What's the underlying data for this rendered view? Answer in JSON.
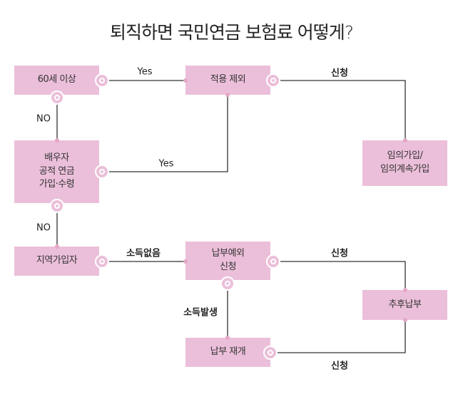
{
  "title": "퇴직하면 국민연금 보험료 어떻게?",
  "nodes": {
    "age60": "60세 이상",
    "excluded": "적용 제외",
    "voluntary": "임의가입/\n임의계속가입",
    "spouse": "배우자\n공적 연금\n가입·수령",
    "regional": "지역가입자",
    "exemption": "납부예외\n신청",
    "deferred": "추후납부",
    "resume": "납부 재개"
  },
  "edges": {
    "age60_yes": "Yes",
    "age60_no": "NO",
    "excluded_apply": "신청",
    "spouse_yes": "Yes",
    "spouse_no": "NO",
    "no_income": "소득없음",
    "exemption_apply": "신청",
    "income_occurs": "소득발생",
    "resume_apply": "신청"
  },
  "colors": {
    "box": "#ebbfd9",
    "line": "#333333"
  }
}
